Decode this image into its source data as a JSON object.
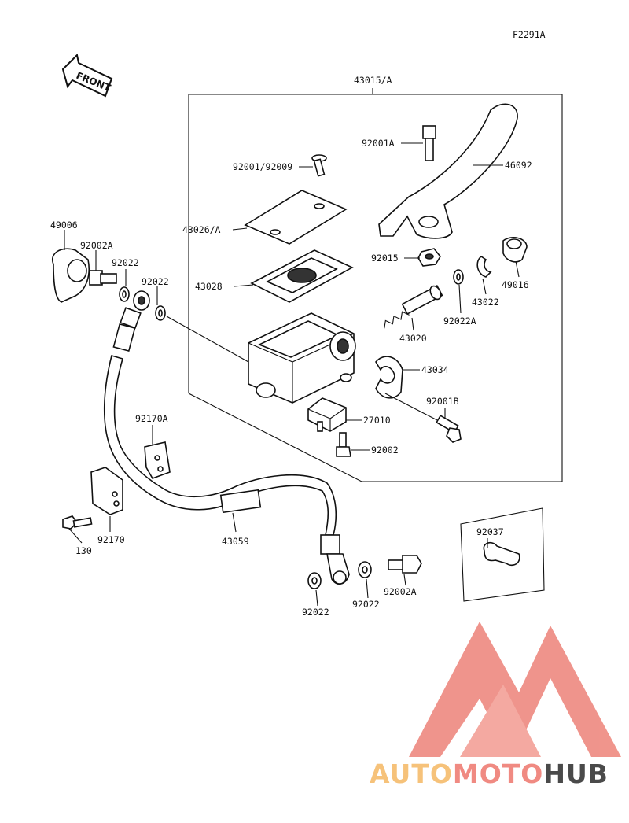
{
  "code": "F2291A",
  "front_label": "FRONT",
  "assembly_label": "43015/A",
  "labels": {
    "p92001a": "92001A",
    "p46092": "46092",
    "p92001_92009": "92001/92009",
    "p43026a": "43026/A",
    "p43028": "43028",
    "p92015": "92015",
    "p49016": "49016",
    "p43022": "43022",
    "p92022a": "92022A",
    "p43020": "43020",
    "p43034": "43034",
    "p92001b": "92001B",
    "p27010": "27010",
    "p92002": "92002",
    "p49006": "49006",
    "p92002a_top": "92002A",
    "p92022_top1": "92022",
    "p92022_top2": "92022",
    "p92170a": "92170A",
    "p92170": "92170",
    "p130": "130",
    "p43059": "43059",
    "p92037": "92037",
    "p92022_bot1": "92022",
    "p92022_bot2": "92022",
    "p92002a_bot": "92002A"
  },
  "watermark": {
    "part1": "AUTO",
    "part2": "MOTO",
    "part3": "HUB",
    "color1": "#f6c27a",
    "color2": "#f08a82",
    "color3": "#4a4a4a",
    "logo_color": "#ef8f86"
  }
}
